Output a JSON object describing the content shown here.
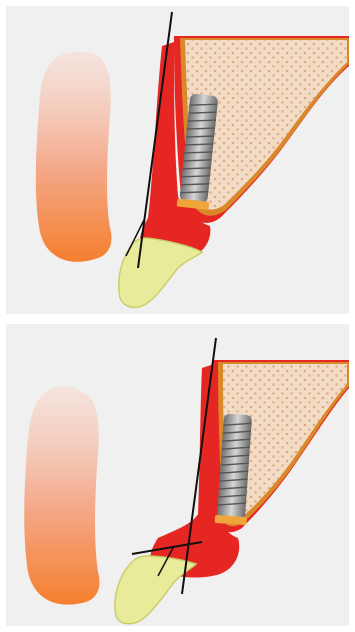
{
  "figure": {
    "panels": [
      {
        "id": "top",
        "description": "",
        "reference_line_count": 1
      },
      {
        "id": "bottom",
        "description": "",
        "reference_line_count": 2
      }
    ],
    "colors": {
      "background": "#eff0ef",
      "lip_top": "#f6c9b8",
      "lip_bottom": "#f58a3a",
      "soft_tissue": "#e52622",
      "bone_fill": "#f3dcc6",
      "bone_dots": "#d9a47c",
      "bone_border": "#d9882a",
      "implant": "#8c8c8c",
      "tooth": "#e8ec9a",
      "line": "#111111"
    }
  }
}
